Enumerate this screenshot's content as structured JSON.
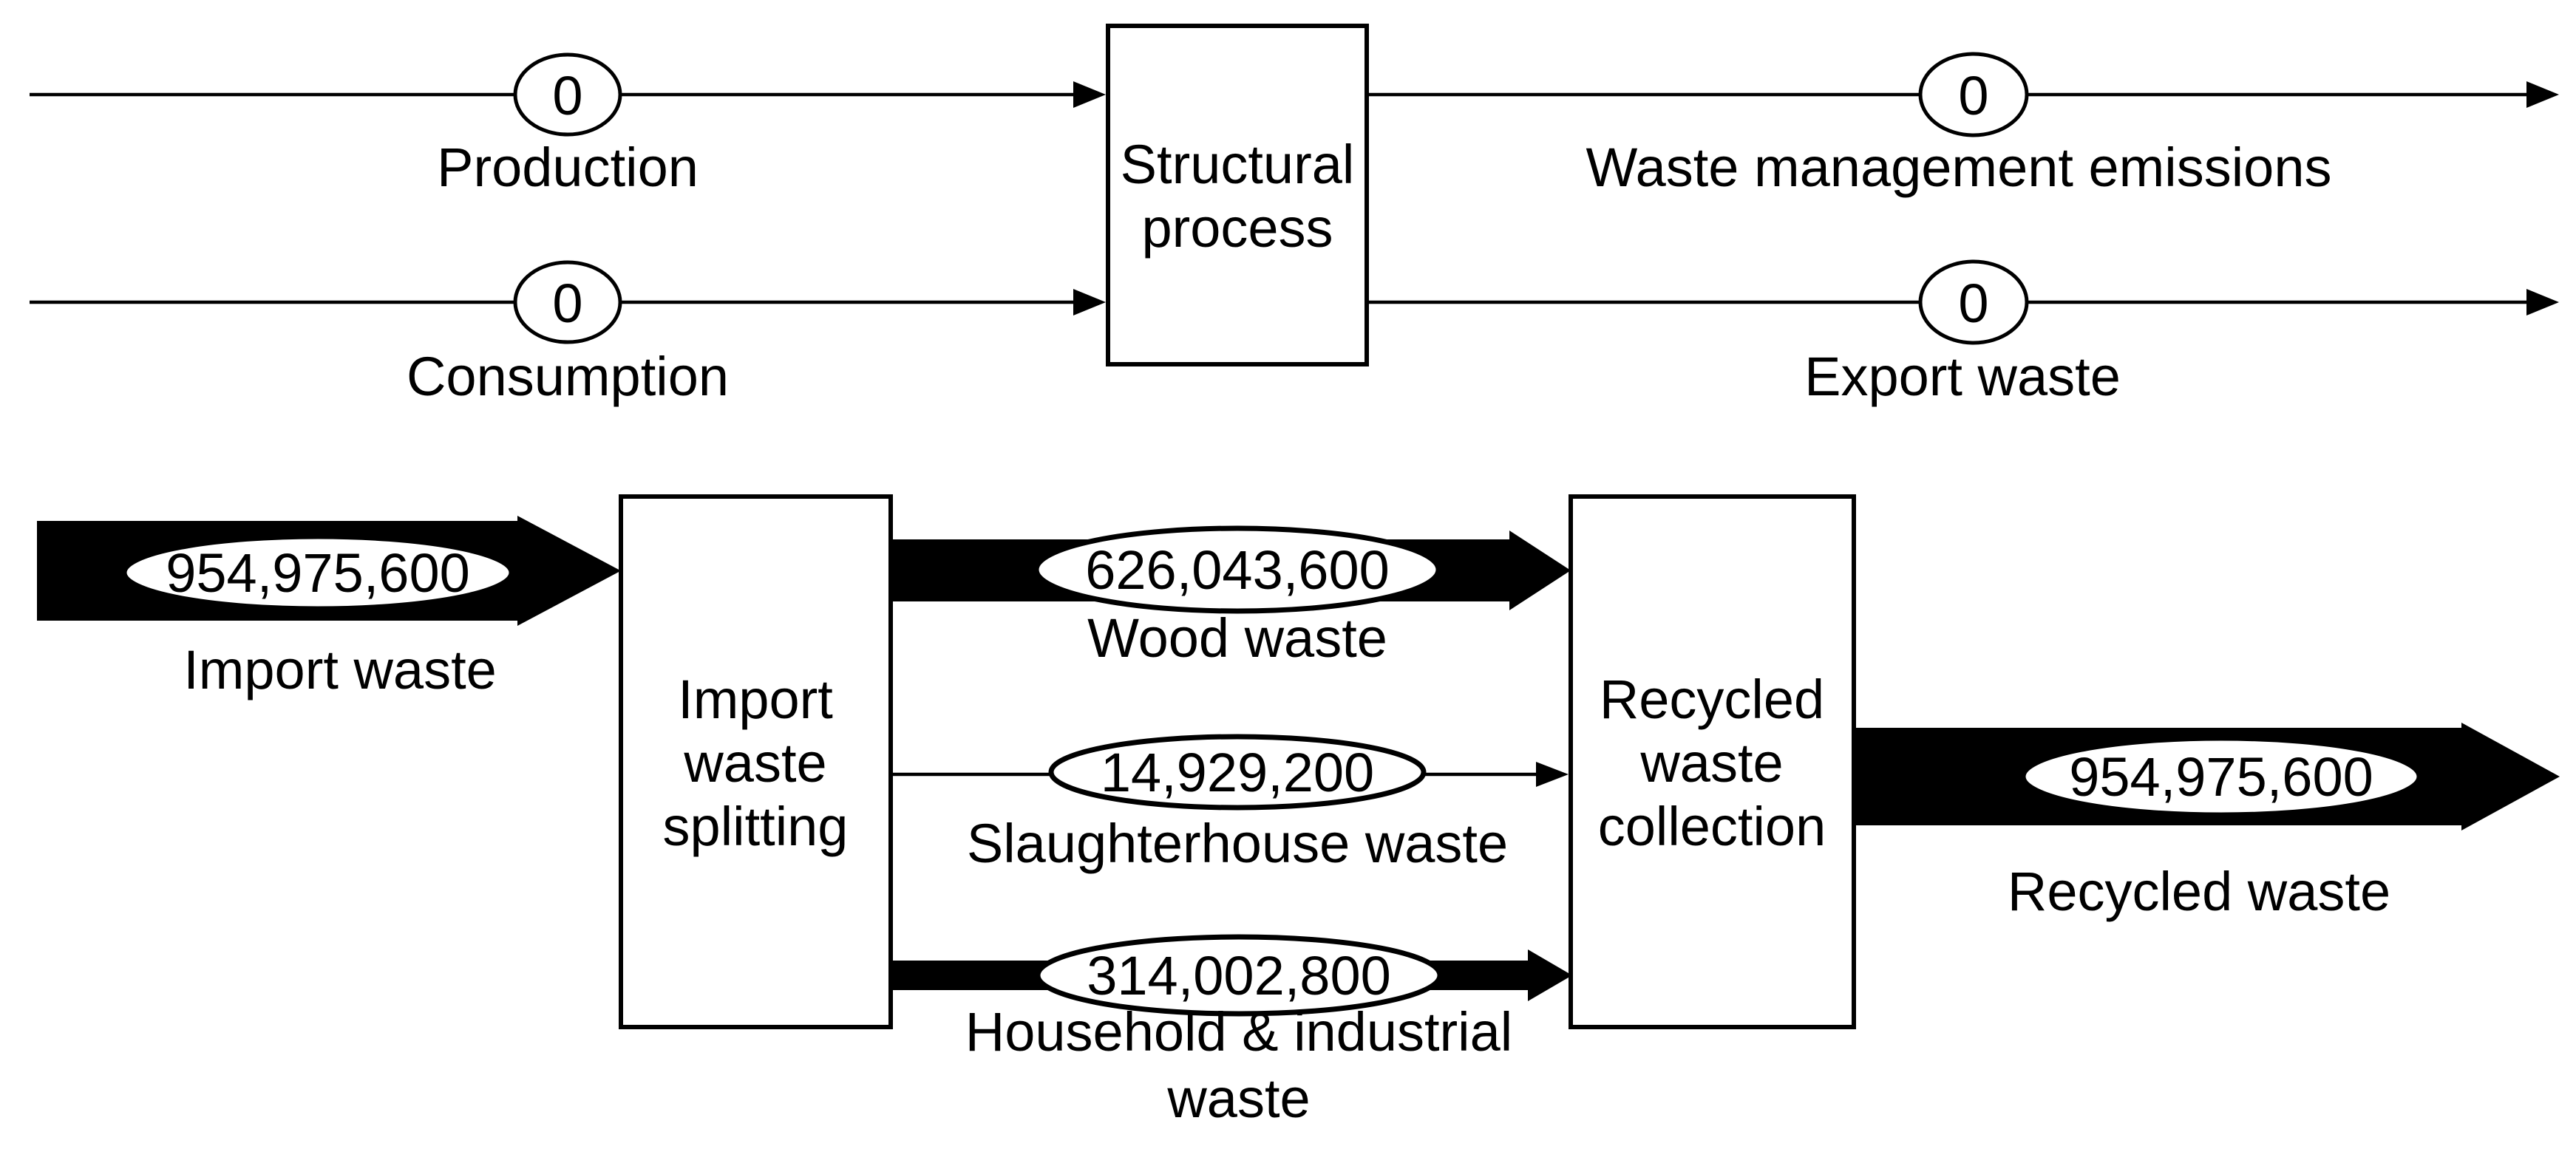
{
  "diagram": {
    "type": "sankey-material-flow",
    "background_color": "#ffffff",
    "flow_color": "#000000",
    "node_fill_color": "#ffffff",
    "stroke_color": "#000000",
    "text_color": "#000000"
  },
  "nodes": [
    {
      "id": "structural-process",
      "lines": [
        "Structural",
        "process"
      ]
    },
    {
      "id": "import-waste-splitting",
      "lines": [
        "Import",
        "waste",
        "splitting"
      ]
    },
    {
      "id": "recycled-waste-collection",
      "lines": [
        "Recycled",
        "waste",
        "collection"
      ]
    }
  ],
  "flows": [
    {
      "id": "production",
      "label": "Production",
      "value": "0"
    },
    {
      "id": "consumption",
      "label": "Consumption",
      "value": "0"
    },
    {
      "id": "waste-management-emissions",
      "label": "Waste management emissions",
      "value": "0"
    },
    {
      "id": "export-waste",
      "label": "Export waste",
      "value": "0"
    },
    {
      "id": "import-waste",
      "label": "Import waste",
      "value": "954,975,600"
    },
    {
      "id": "wood-waste",
      "label": "Wood waste",
      "value": "626,043,600"
    },
    {
      "id": "slaughterhouse-waste",
      "label": "Slaughterhouse waste",
      "value": "14,929,200"
    },
    {
      "id": "household-industrial-waste",
      "label_lines": [
        "Household & industrial",
        "waste"
      ],
      "value": "314,002,800"
    },
    {
      "id": "recycled-waste",
      "label": "Recycled waste",
      "value": "954,975,600"
    }
  ]
}
